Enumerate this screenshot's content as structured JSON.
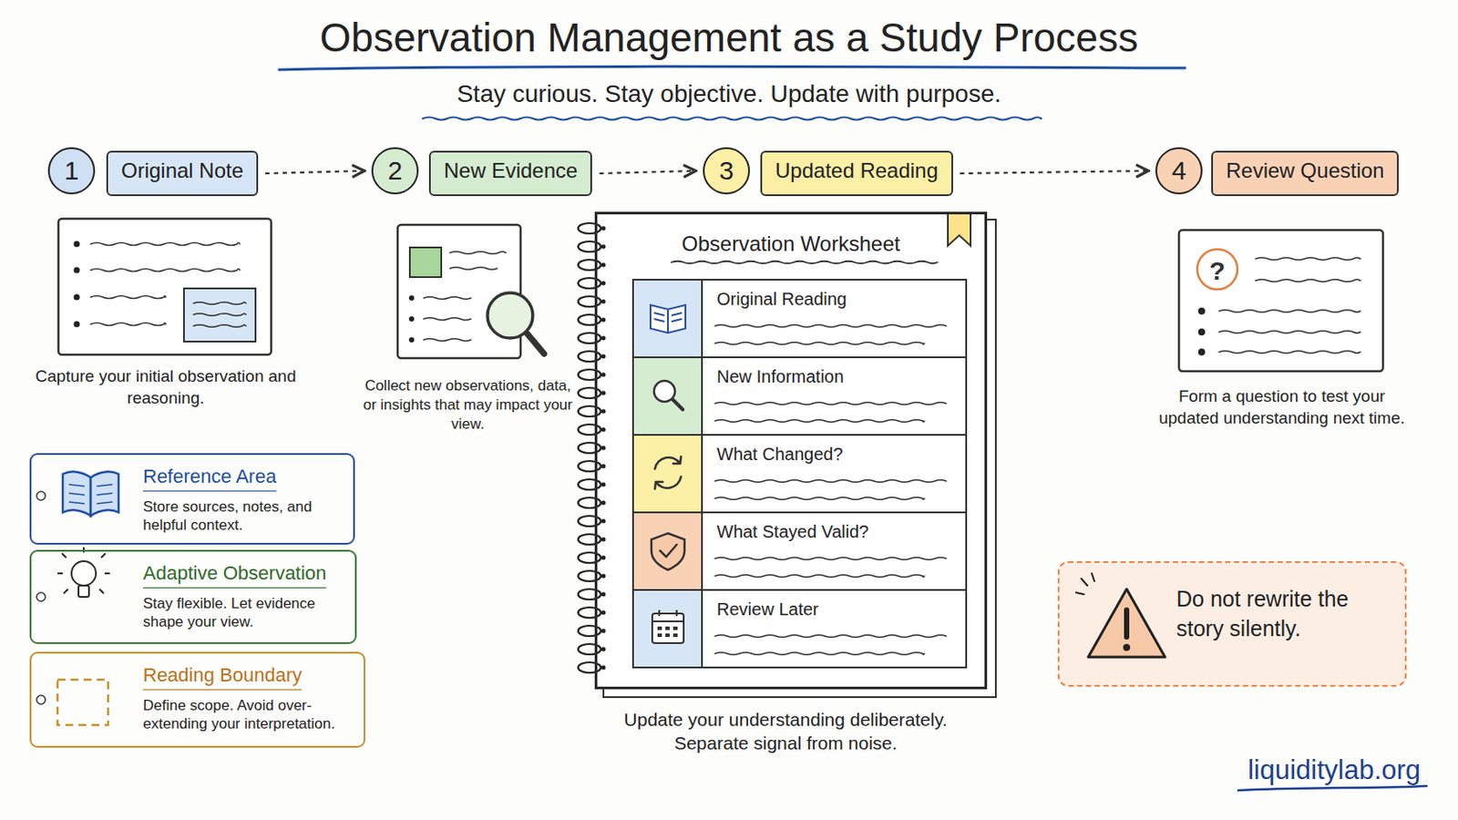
{
  "diagram": {
    "title": "Observation Management as a Study Process",
    "nodes": [
      {
        "text": [
          "1"
        ]
      },
      {
        "text": [
          "Original Note"
        ]
      },
      {
        "text": [
          "2"
        ]
      },
      {
        "text": [
          "New Evidence"
        ]
      },
      {
        "text": [
          "3"
        ]
      },
      {
        "text": [
          "Updated Reading"
        ]
      },
      {
        "text": [
          "4"
        ]
      },
      {
        "text": [
          "Review Question"
        ]
      },
      {
        "text": [
          "Reference Area",
          "Store sources, notes, and helpful context."
        ]
      },
      {
        "text": [
          "Adaptive Observation",
          "Stay flexible. Let evidence shape your view."
        ]
      },
      {
        "text": [
          "Reading Boundary",
          "Define scope. Avoid over-extending your interpretation."
        ]
      },
      {
        "text": [
          "Observation Worksheet"
        ]
      },
      {
        "text": [
          "Original Reading"
        ],
        "in": 11
      },
      {
        "text": [
          "New Information"
        ],
        "in": 11
      },
      {
        "text": [
          "What Changed?"
        ],
        "in": 11
      },
      {
        "text": [
          "What Stayed Valid?"
        ],
        "in": 11
      },
      {
        "text": [
          "Review Later"
        ],
        "in": 11
      },
      {
        "text": [
          "Do not rewrite the story silently."
        ]
      }
    ],
    "edges": [
      {
        "from": 1,
        "to": 2,
        "arrow": "to"
      },
      {
        "from": 3,
        "to": 4,
        "arrow": "to"
      },
      {
        "from": 5,
        "to": 6,
        "arrow": "to"
      }
    ],
    "labels": [
      "Stay curious. Stay objective. Update with purpose.",
      "Capture your initial observation and reasoning.",
      "Collect new observations, data, or insights that may impact your view.",
      "Form a question to test your updated understanding next time.",
      "Update your understanding deliberately. Separate signal from noise.",
      "?",
      "liquiditylab.org"
    ]
  }
}
